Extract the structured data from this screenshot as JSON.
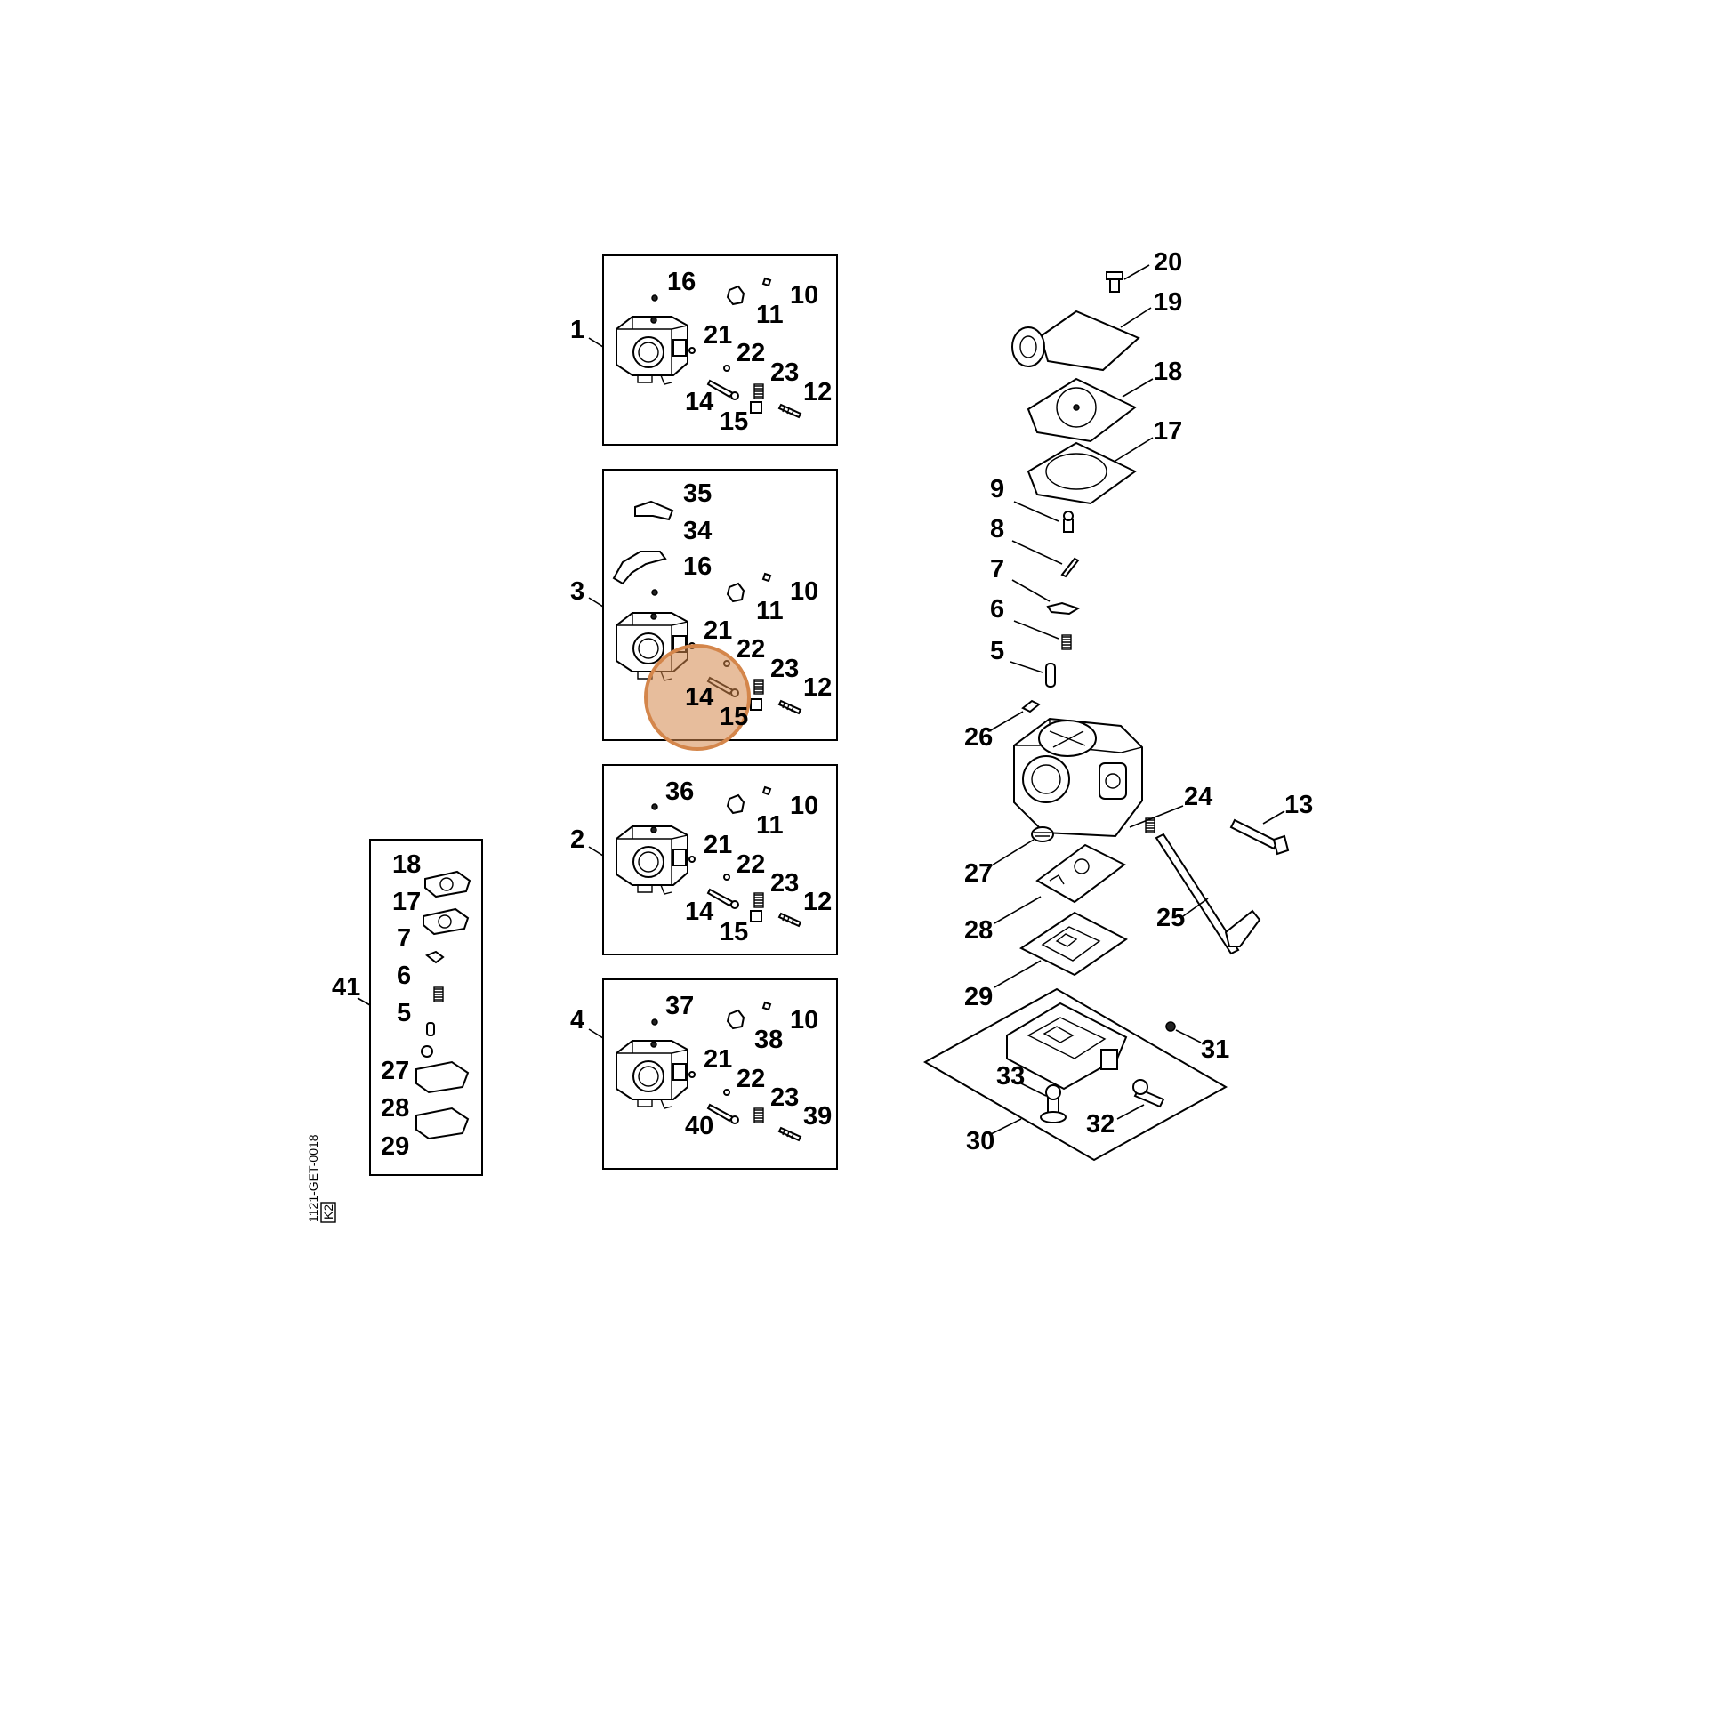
{
  "diagram": {
    "drawing_code": "1121-GET-0018",
    "drawing_tag": "K2",
    "highlight": {
      "label": "14",
      "color": "#D4864B"
    },
    "groups": [
      {
        "label": "1",
        "items": [
          "16",
          "10",
          "11",
          "21",
          "22",
          "23",
          "14",
          "12",
          "15"
        ]
      },
      {
        "label": "3",
        "items": [
          "35",
          "34",
          "16",
          "10",
          "11",
          "21",
          "22",
          "23",
          "14",
          "12",
          "15"
        ]
      },
      {
        "label": "2",
        "items": [
          "36",
          "10",
          "11",
          "21",
          "22",
          "23",
          "14",
          "12",
          "15"
        ]
      },
      {
        "label": "4",
        "items": [
          "37",
          "10",
          "38",
          "21",
          "22",
          "23",
          "40",
          "39"
        ]
      },
      {
        "label": "41",
        "items": [
          "18",
          "17",
          "7",
          "6",
          "5",
          "27",
          "28",
          "29"
        ]
      }
    ],
    "exploded": [
      "20",
      "19",
      "18",
      "17",
      "9",
      "8",
      "7",
      "6",
      "5",
      "26",
      "24",
      "13",
      "27",
      "25",
      "28",
      "29",
      "31",
      "33",
      "32",
      "30"
    ]
  }
}
